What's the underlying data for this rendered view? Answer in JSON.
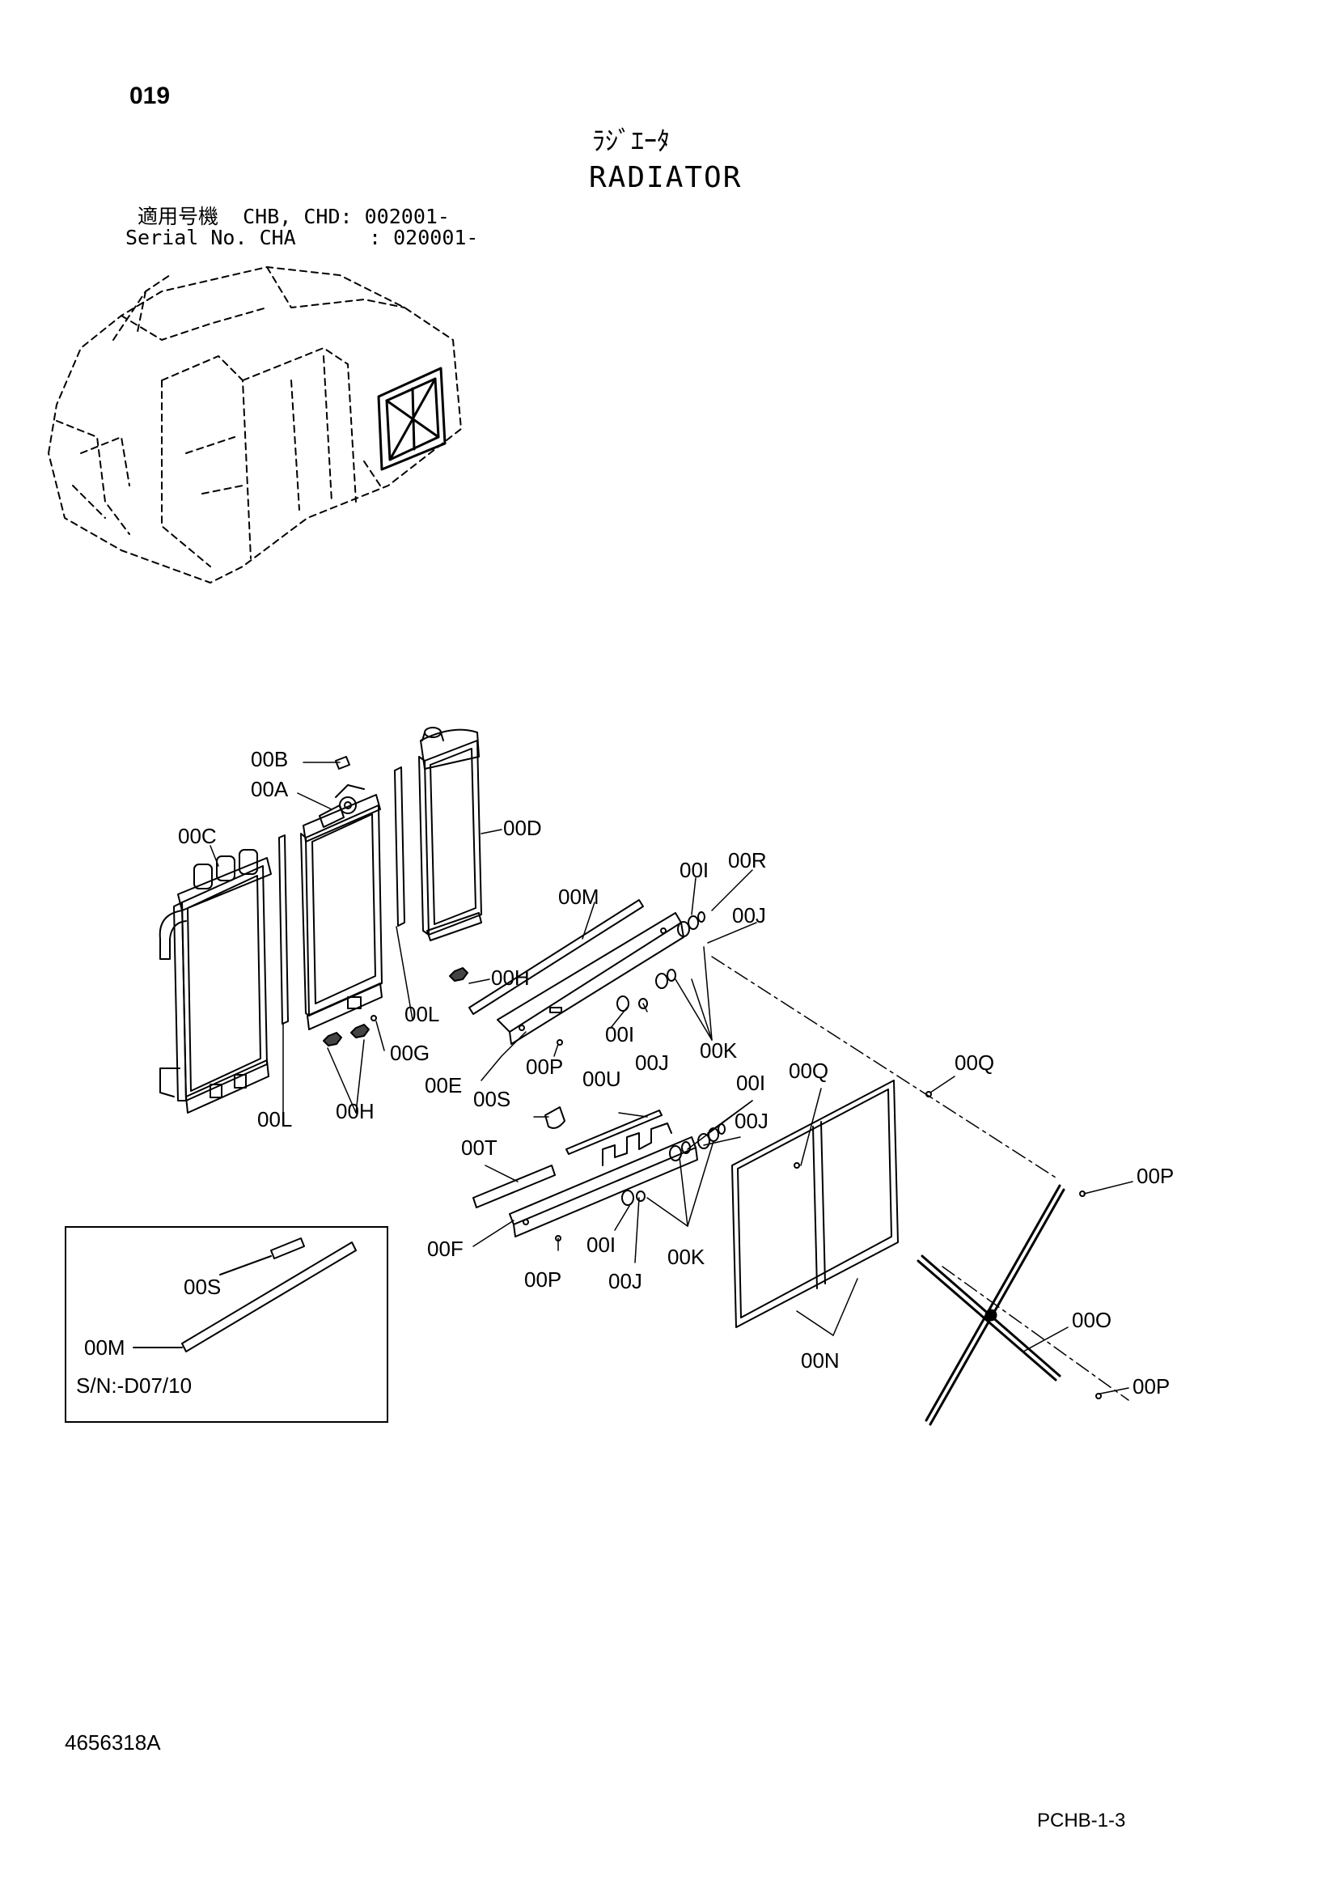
{
  "header": {
    "page_number": "019",
    "title_jp": "ﾗｼﾞｴｰﾀ",
    "title_en": "RADIATOR",
    "serial_line_1": "適用号機  CHB, CHD: 002001-",
    "serial_line_2": "Serial No. CHA      : 020001-"
  },
  "callouts": {
    "c00B": "00B",
    "c00A": "00A",
    "c00C": "00C",
    "c00D": "00D",
    "c00M": "00M",
    "c00I_top": "00I",
    "c00R": "00R",
    "c00J_top": "00J",
    "c00H_mid": "00H",
    "c00L_mid": "00L",
    "c00I_mid": "00I",
    "c00J_mid": "00J",
    "c00K_top": "00K",
    "c00G": "00G",
    "c00P_mid": "00P",
    "c00E": "00E",
    "c00S": "00S",
    "c00U": "00U",
    "c00I_low": "00I",
    "c00Q_1": "00Q",
    "c00Q_2": "00Q",
    "c00L_low": "00L",
    "c00H_low": "00H",
    "c00T": "00T",
    "c00J_low": "00J",
    "c00P_right": "00P",
    "c00F": "00F",
    "c00I_bot": "00I",
    "c00K_bot": "00K",
    "c00P_bot": "00P",
    "c00J_bot": "00J",
    "c00O": "00O",
    "c00N": "00N",
    "c00P_far": "00P"
  },
  "inset": {
    "label_00S": "00S",
    "label_00M": "00M",
    "serial_note": "S/N:-D07/10"
  },
  "footer": {
    "doc_id": "4656318A",
    "page_code": "PCHB-1-3"
  }
}
